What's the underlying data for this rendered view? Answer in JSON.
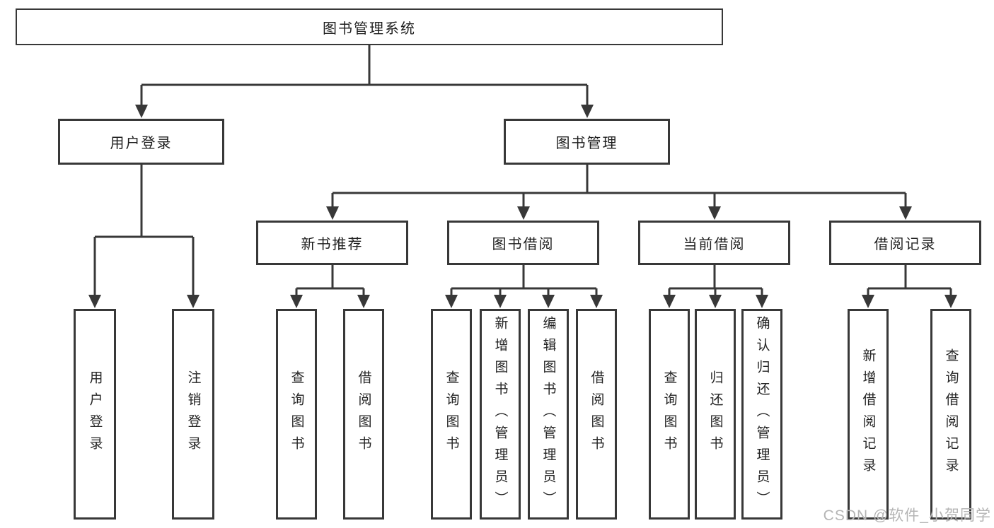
{
  "tree": {
    "root": {
      "label": "图书管理系统"
    },
    "branches": [
      {
        "label": "用户登录",
        "children": [
          "用户登录",
          "注销登录"
        ]
      },
      {
        "label": "图书管理",
        "groups": [
          {
            "label": "新书推荐",
            "children": [
              "查询图书",
              "借阅图书"
            ]
          },
          {
            "label": "图书借阅",
            "children": [
              "查询图书",
              "新增图书（管理员）",
              "编辑图书（管理员）",
              "借阅图书"
            ]
          },
          {
            "label": "当前借阅",
            "children": [
              "查询图书",
              "归还图书",
              "确认归还（管理员）"
            ]
          },
          {
            "label": "借阅记录",
            "children": [
              "新增借阅记录",
              "查询借阅记录"
            ]
          }
        ]
      }
    ]
  },
  "watermark": "CSDN @软件_小贺同学",
  "colors": {
    "line": "#383838",
    "box_border": "#383838",
    "box_fill": "#ffffff",
    "text": "#242424",
    "watermark": "#b5b5b5",
    "background": "#ffffff"
  }
}
